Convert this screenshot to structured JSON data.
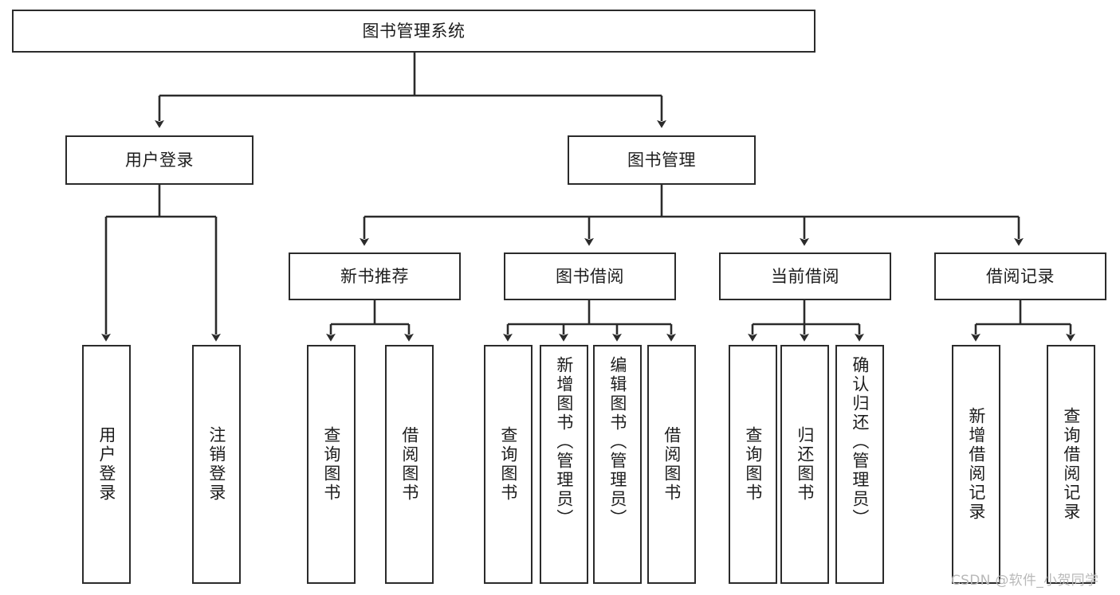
{
  "diagram": {
    "type": "tree-hierarchy-chart",
    "title": "图书管理系统",
    "stroke_color": "#2b2b2b",
    "fill_color": "#ffffff",
    "text_color": "#1d1d1d",
    "watermark": "CSDN @软件_小贺同学",
    "nodes": [
      {
        "id": "root",
        "label": "图书管理系统",
        "level": 0,
        "orientation": "horizontal"
      },
      {
        "id": "user-login",
        "label": "用户登录",
        "level": 1,
        "orientation": "horizontal"
      },
      {
        "id": "book-manage",
        "label": "图书管理",
        "level": 1,
        "orientation": "horizontal"
      },
      {
        "id": "new-book-rec",
        "label": "新书推荐",
        "level": 2,
        "orientation": "horizontal"
      },
      {
        "id": "book-borrow",
        "label": "图书借阅",
        "level": 2,
        "orientation": "horizontal"
      },
      {
        "id": "current-borrow",
        "label": "当前借阅",
        "level": 2,
        "orientation": "horizontal"
      },
      {
        "id": "borrow-record",
        "label": "借阅记录",
        "level": 2,
        "orientation": "horizontal"
      },
      {
        "id": "leaf-1",
        "label": "用户登录",
        "level": 3,
        "orientation": "vertical",
        "parent": "user-login"
      },
      {
        "id": "leaf-2",
        "label": "注销登录",
        "level": 3,
        "orientation": "vertical",
        "parent": "user-login"
      },
      {
        "id": "leaf-3",
        "label": "查询图书",
        "level": 3,
        "orientation": "vertical",
        "parent": "new-book-rec"
      },
      {
        "id": "leaf-4",
        "label": "借阅图书",
        "level": 3,
        "orientation": "vertical",
        "parent": "new-book-rec"
      },
      {
        "id": "leaf-5",
        "label": "查询图书",
        "level": 3,
        "orientation": "vertical",
        "parent": "book-borrow"
      },
      {
        "id": "leaf-6",
        "label": "新增图书（管理员）",
        "level": 3,
        "orientation": "vertical",
        "parent": "book-borrow"
      },
      {
        "id": "leaf-7",
        "label": "编辑图书（管理员）",
        "level": 3,
        "orientation": "vertical",
        "parent": "book-borrow"
      },
      {
        "id": "leaf-8",
        "label": "借阅图书",
        "level": 3,
        "orientation": "vertical",
        "parent": "book-borrow"
      },
      {
        "id": "leaf-9",
        "label": "查询图书",
        "level": 3,
        "orientation": "vertical",
        "parent": "current-borrow"
      },
      {
        "id": "leaf-10",
        "label": "归还图书",
        "level": 3,
        "orientation": "vertical",
        "parent": "current-borrow"
      },
      {
        "id": "leaf-11",
        "label": "确认归还（管理员）",
        "level": 3,
        "orientation": "vertical",
        "parent": "current-borrow"
      },
      {
        "id": "leaf-12",
        "label": "新增借阅记录",
        "level": 3,
        "orientation": "vertical",
        "parent": "borrow-record"
      },
      {
        "id": "leaf-13",
        "label": "查询借阅记录",
        "level": 3,
        "orientation": "vertical",
        "parent": "borrow-record"
      }
    ]
  }
}
